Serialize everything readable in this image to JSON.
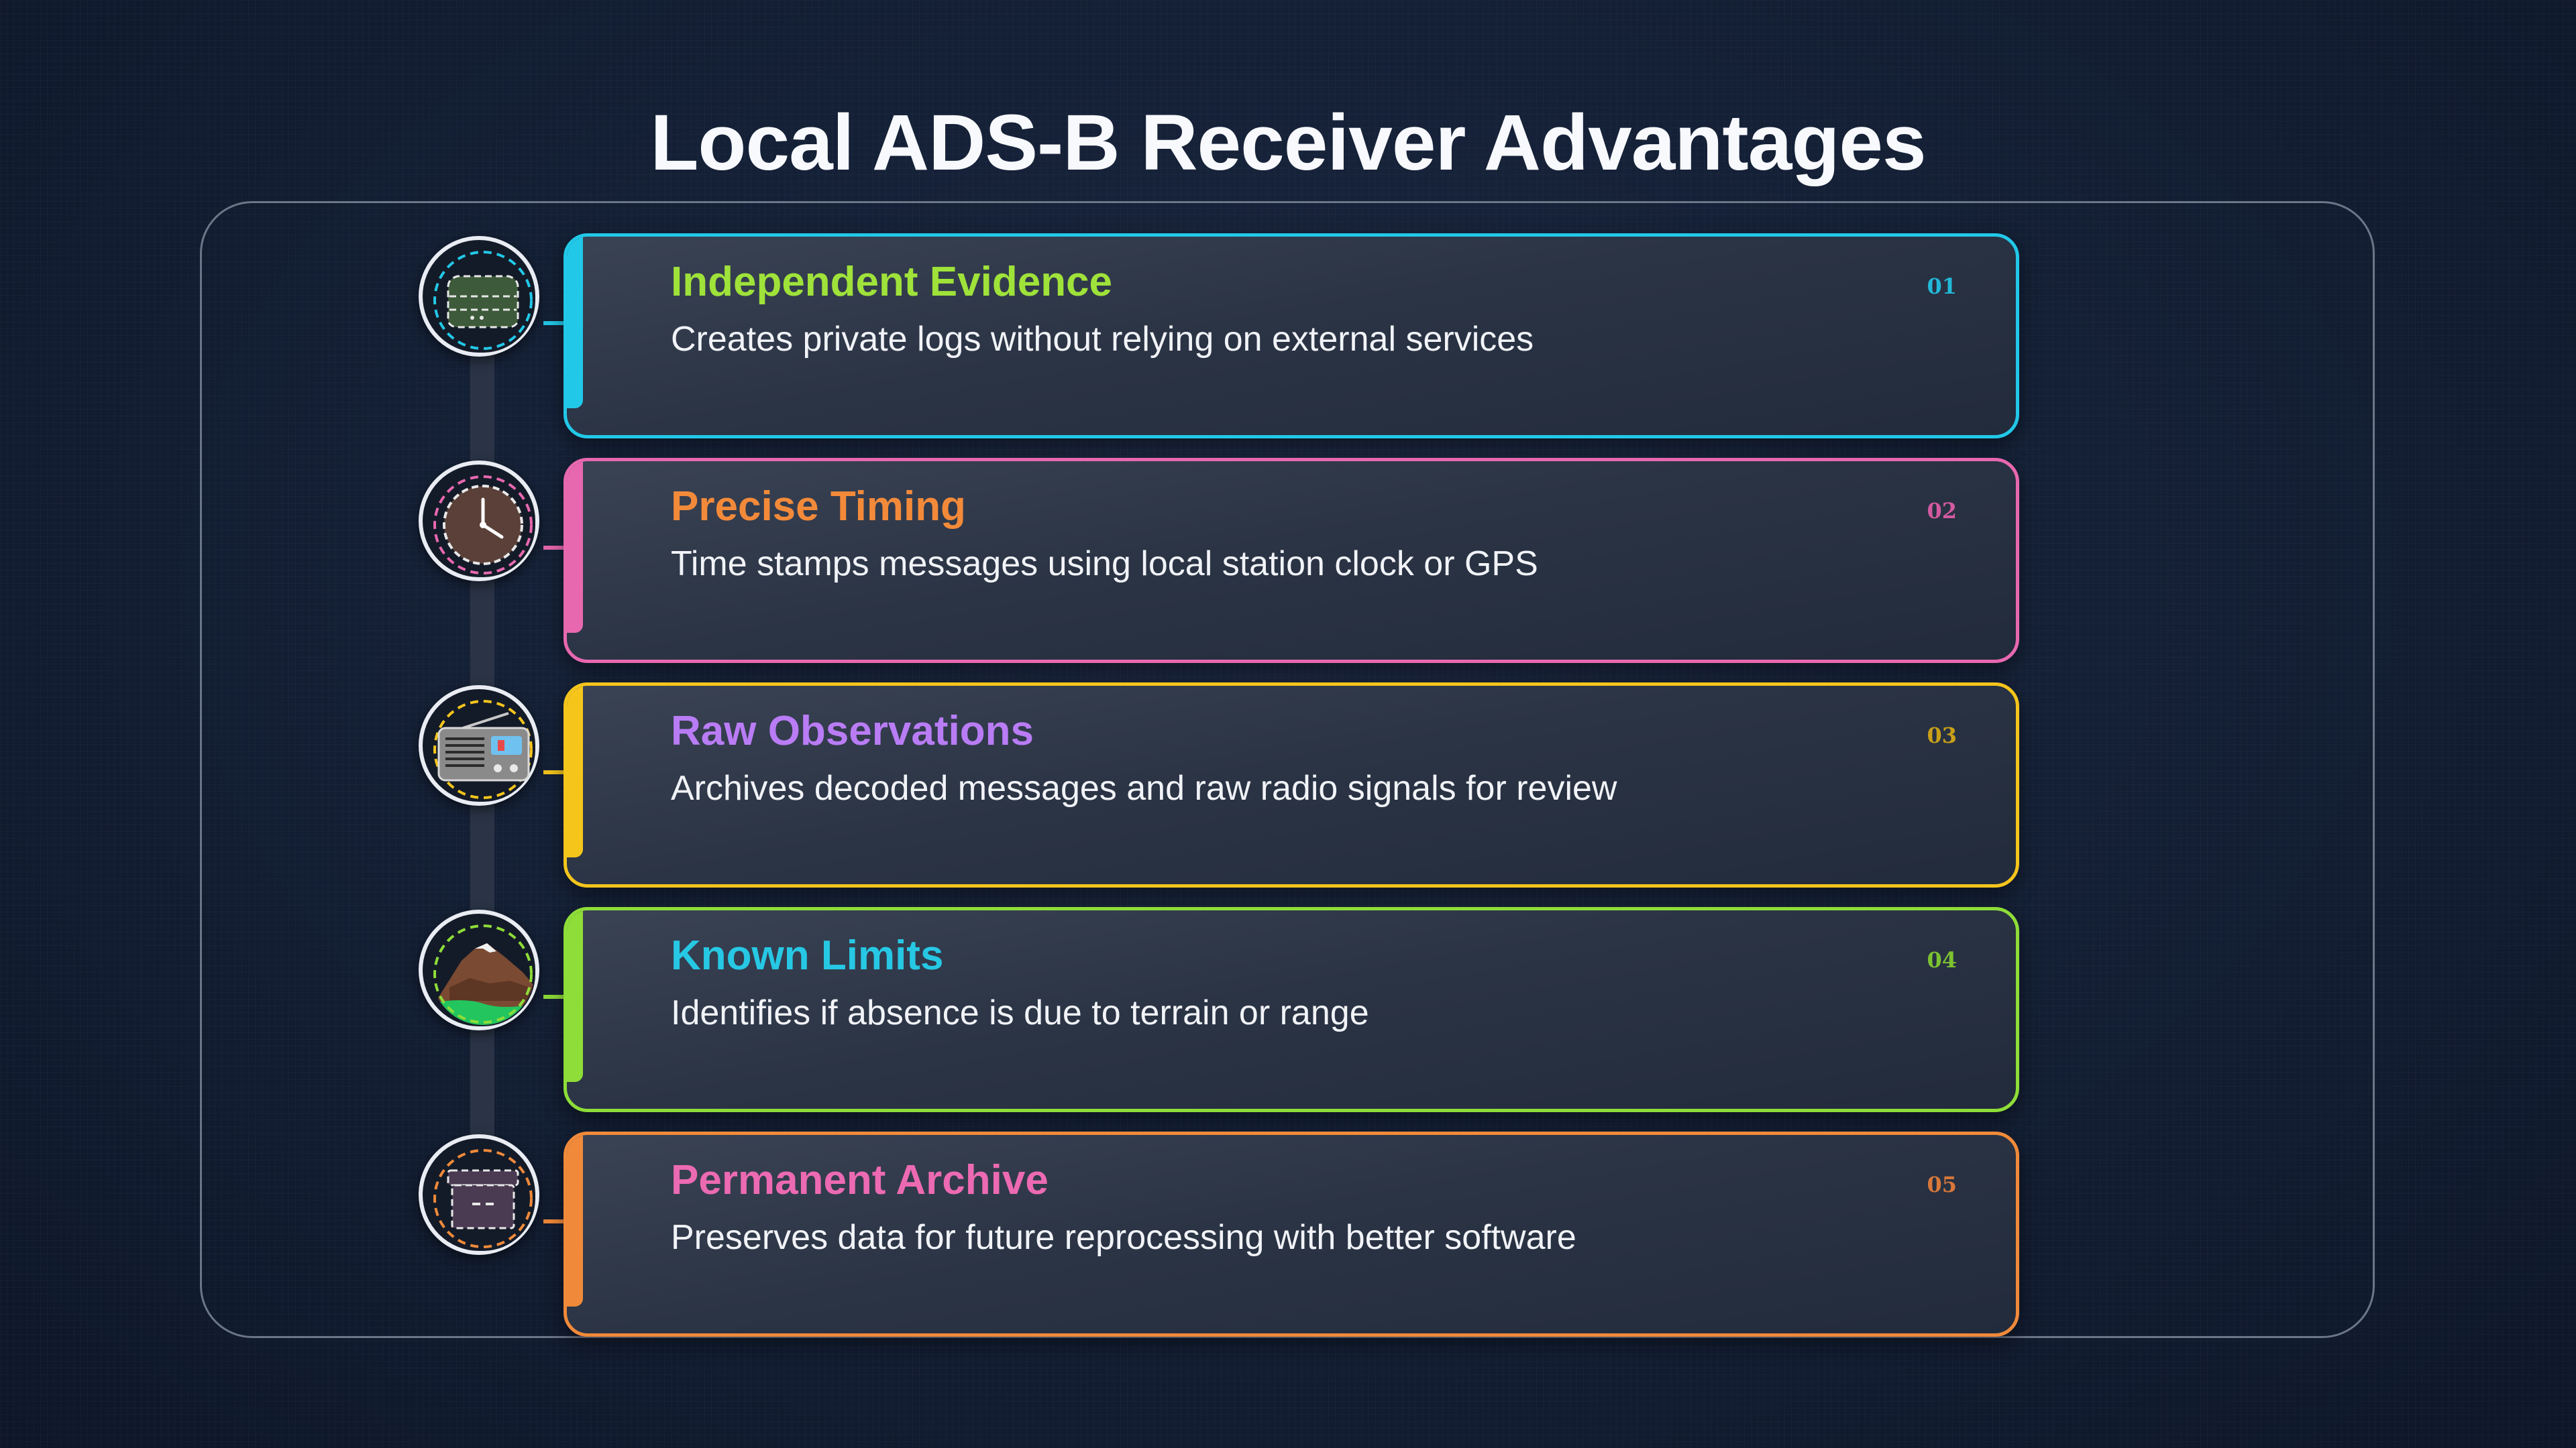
{
  "title": "Local ADS-B Receiver Advantages",
  "items": [
    {
      "number": "01",
      "title": "Independent Evidence",
      "description": "Creates private logs without relying on external services",
      "icon": "server-icon",
      "border_color": "#22c8e8",
      "title_color": "#9fe23a",
      "number_color": "#22b8d8"
    },
    {
      "number": "02",
      "title": "Precise Timing",
      "description": "Time stamps messages using local station clock or GPS",
      "icon": "clock-icon",
      "border_color": "#e868b0",
      "title_color": "#f38a3a",
      "number_color": "#d25aa0"
    },
    {
      "number": "03",
      "title": "Raw Observations",
      "description": "Archives decoded messages and raw radio signals for review",
      "icon": "radio-icon",
      "border_color": "#f5c51c",
      "title_color": "#b97cf5",
      "number_color": "#c9a018"
    },
    {
      "number": "04",
      "title": "Known Limits",
      "description": "Identifies if absence is due to terrain or range",
      "icon": "mountain-icon",
      "border_color": "#8edd38",
      "title_color": "#26c8e4",
      "number_color": "#7cc230"
    },
    {
      "number": "05",
      "title": "Permanent Archive",
      "description": "Preserves data for future reprocessing with better software",
      "icon": "archive-box-icon",
      "border_color": "#f08a3a",
      "title_color": "#ec6ab2",
      "number_color": "#d8783a"
    }
  ]
}
